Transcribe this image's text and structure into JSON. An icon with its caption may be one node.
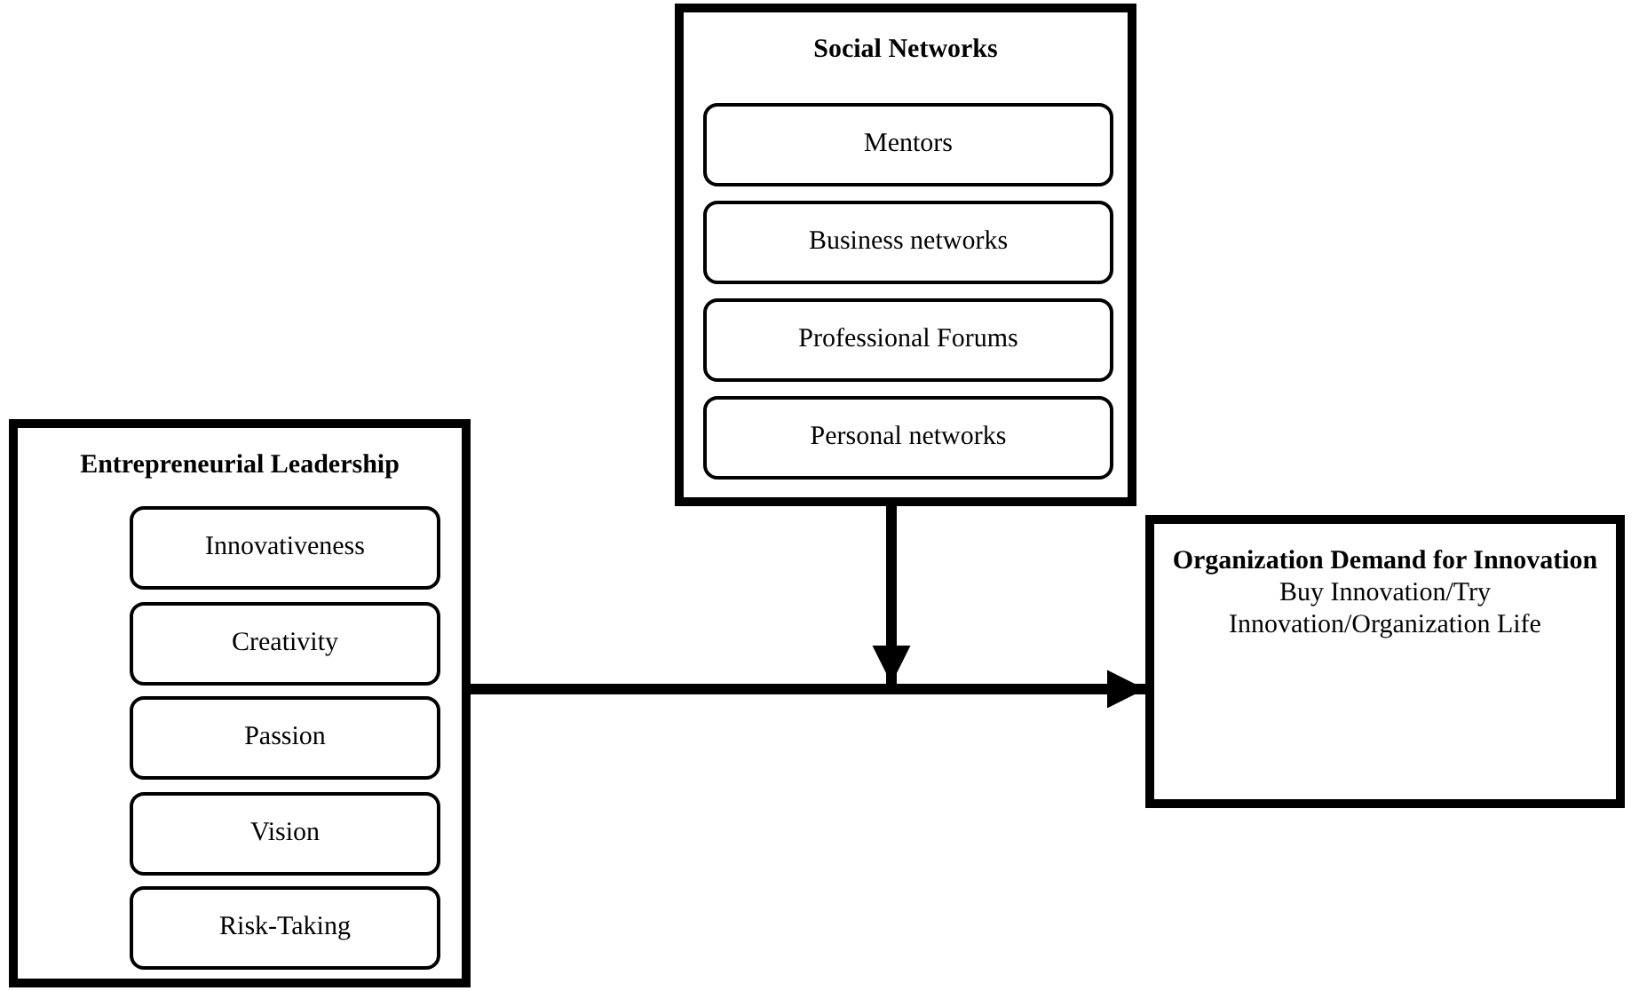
{
  "diagram": {
    "nodes": [
      {
        "text": [
          "Social Networks"
        ]
      },
      {
        "text": [
          "Mentors"
        ],
        "in": 0
      },
      {
        "text": [
          "Business networks"
        ],
        "in": 0
      },
      {
        "text": [
          "Professional Forums"
        ],
        "in": 0
      },
      {
        "text": [
          "Personal networks"
        ],
        "in": 0
      },
      {
        "text": [
          "Entrepreneurial Leadership"
        ]
      },
      {
        "text": [
          "Innovativeness"
        ],
        "in": 5
      },
      {
        "text": [
          "Creativity"
        ],
        "in": 5
      },
      {
        "text": [
          "Passion"
        ],
        "in": 5
      },
      {
        "text": [
          "Vision"
        ],
        "in": 5
      },
      {
        "text": [
          "Risk-Taking"
        ],
        "in": 5
      },
      {
        "text": [
          "Organization Demand for Innovation",
          "Buy Innovation/Try Innovation/Organization Life"
        ]
      }
    ],
    "edges": [
      {
        "from": 5,
        "to": 11,
        "arrow": "to"
      },
      {
        "from": 0,
        "to": null,
        "arrow": "to"
      }
    ]
  }
}
